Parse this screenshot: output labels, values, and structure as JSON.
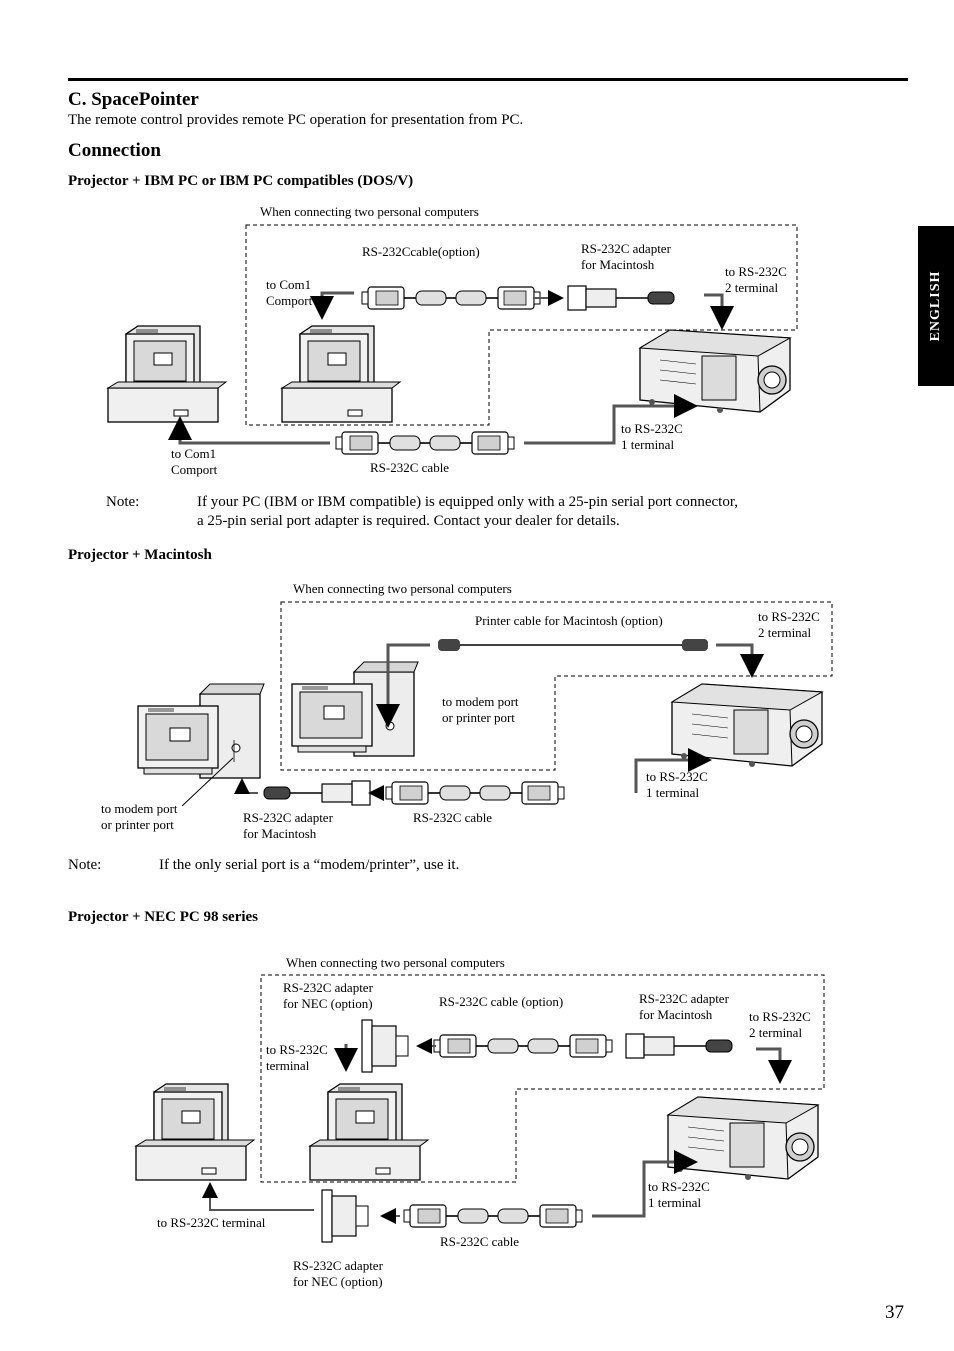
{
  "section_title": "C.    SpacePointer",
  "intro": "The remote control provides remote PC operation for presentation from PC.",
  "connection_title": "Connection",
  "side_tab": "ENGLISH",
  "page_number": "37",
  "section1": {
    "heading": "Projector + IBM PC or IBM PC compatibles (DOS/V)",
    "labels": {
      "two_pc": "When connecting two personal computers",
      "cable_option": "RS-232Ccable(option)",
      "adapter_mac": "RS-232C adapter\nfor Macintosh",
      "to_com1_top": "to Com1\nComport",
      "to_term2": "to RS-232C\n2 terminal",
      "to_term1": "to RS-232C\n1 terminal",
      "to_com1_bottom": "to Com1\nComport",
      "cable": "RS-232C cable"
    },
    "note_label": "Note:",
    "note_line1": "If your PC (IBM or IBM compatible) is equipped only with a 25-pin serial port connector,",
    "note_line2": "a 25-pin serial port adapter is required. Contact your dealer for details."
  },
  "section2": {
    "heading": "Projector + Macintosh",
    "labels": {
      "two_pc": "When connecting two personal computers",
      "printer_cable": "Printer cable for Macintosh (option)",
      "to_term2": "to RS-232C\n2 terminal",
      "modem_top": "to modem port\nor printer port",
      "to_term1": "to RS-232C\n1 terminal",
      "modem_bottom": "to modem port\nor printer port",
      "adapter_mac": "RS-232C adapter\nfor Macintosh",
      "cable": "RS-232C cable"
    },
    "note_label": "Note:",
    "note_text": "If the only serial port is a “modem/printer”, use it."
  },
  "section3": {
    "heading": "Projector + NEC PC 98 series",
    "labels": {
      "two_pc": "When connecting two personal computers",
      "adapter_nec_top": "RS-232C adapter\nfor NEC (option)",
      "cable_option": "RS-232C cable (option)",
      "adapter_mac": "RS-232C adapter\nfor Macintosh",
      "to_term2": "to RS-232C\n2 terminal",
      "to_term_left": "to RS-232C\nterminal",
      "to_term1": "to RS-232C\n1 terminal",
      "to_term_bottom": "to RS-232C terminal",
      "cable": "RS-232C cable",
      "adapter_nec_bottom": "RS-232C adapter\nfor NEC (option)"
    }
  }
}
